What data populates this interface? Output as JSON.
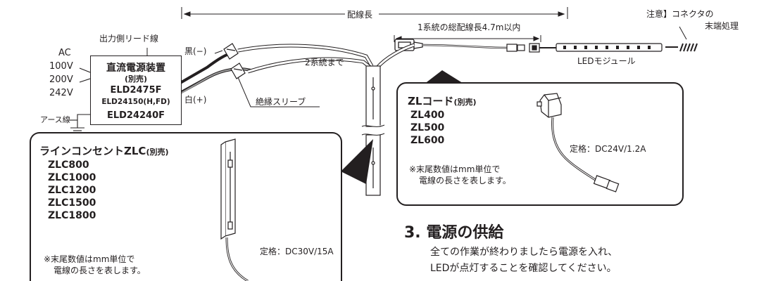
{
  "header": {
    "wiring_length": "配線長",
    "total_length": "1系統の総配線長4.7m以内",
    "caution_line1": "注意】コネクタの",
    "caution_line2": "末端処理",
    "led_module": "LEDモジュール",
    "two_systems": "2系統まで"
  },
  "power_supply": {
    "output_lead": "出力側リード線",
    "ac": "AC",
    "v100": "100V",
    "v200": "200V",
    "v242": "242V",
    "earth": "アース線",
    "title": "直流電源装置",
    "sold_separately": "(別売)",
    "model1": "ELD2475F",
    "model2": "ELD24150(H,FD)",
    "model3": "ELD24240F",
    "black": "黒(−)",
    "white": "白(+)",
    "insulation_sleeve": "絶縁スリーブ"
  },
  "zl_cord": {
    "title": "ZLコード",
    "sold_separately": "(別売)",
    "models": [
      "ZL400",
      "ZL500",
      "ZL600"
    ],
    "rating": "定格：DC24V/1.2A",
    "note_line1": "※末尾数値はmm単位で",
    "note_line2": "電線の長さを表します。"
  },
  "line_outlet": {
    "title": "ラインコンセントZLC",
    "sold_separately": "(別売)",
    "models": [
      "ZLC800",
      "ZLC1000",
      "ZLC1200",
      "ZLC1500",
      "ZLC1800"
    ],
    "rating": "定格：DC30V/15A",
    "note_line1": "※末尾数値はmm単位で",
    "note_line2": "電線の長さを表します。"
  },
  "section3": {
    "heading": "3. 電源の供給",
    "line1": "全ての作業が終わりましたら電源を入れ、",
    "line2": "LEDが点灯することを確認してください。"
  }
}
